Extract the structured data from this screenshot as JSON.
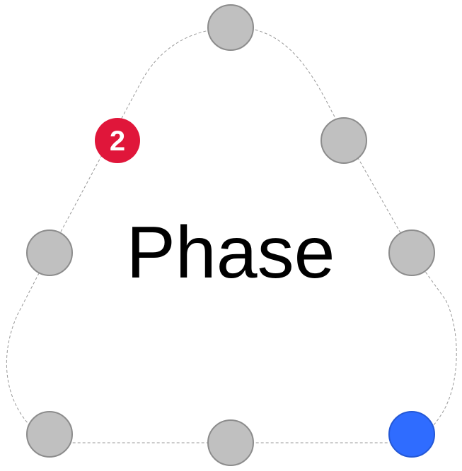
{
  "diagram": {
    "center_label": "Phase",
    "badge": {
      "label": "2",
      "color": "#e0163a"
    },
    "node_colors": {
      "default_fill": "#c0c0c0",
      "default_stroke": "#8c8c8c",
      "active_fill": "#2f6cff",
      "active_stroke": "#2458d6"
    },
    "path_color": "#9a9a9a",
    "nodes": [
      {
        "name": "node-top",
        "state": "inactive"
      },
      {
        "name": "node-upper-right",
        "state": "inactive"
      },
      {
        "name": "node-mid-right",
        "state": "inactive"
      },
      {
        "name": "node-bottom-right",
        "state": "active"
      },
      {
        "name": "node-bottom-middle",
        "state": "inactive"
      },
      {
        "name": "node-bottom-left",
        "state": "inactive"
      },
      {
        "name": "node-mid-left",
        "state": "inactive"
      }
    ]
  }
}
